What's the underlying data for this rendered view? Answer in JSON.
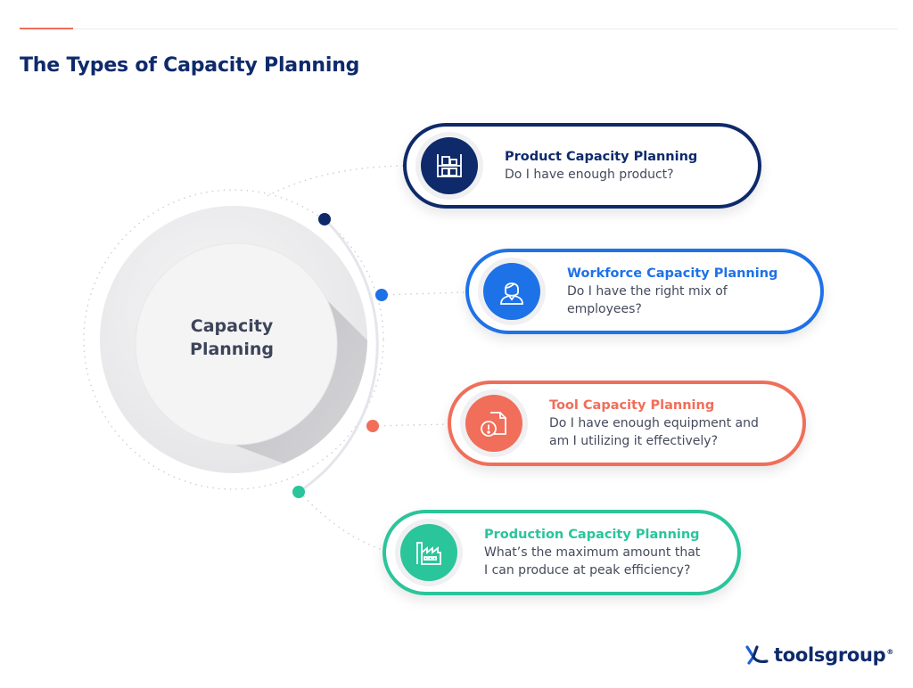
{
  "page": {
    "title": "The Types of Capacity Planning"
  },
  "center": {
    "line1": "Capacity",
    "line2": "Planning"
  },
  "colors": {
    "navy": "#0e2a6b",
    "blue": "#1e72e8",
    "coral": "#f06e5a",
    "green": "#2ac59b"
  },
  "items": [
    {
      "title": "Product Capacity Planning",
      "desc1": "Do I have enough product?",
      "desc2": "",
      "icon": "warehouse-shelf-icon",
      "color": "#0e2a6b"
    },
    {
      "title": "Workforce Capacity Planning",
      "desc1": "Do I have the right mix of",
      "desc2": "employees?",
      "icon": "person-icon",
      "color": "#1e72e8"
    },
    {
      "title": "Tool Capacity Planning",
      "desc1": "Do I have enough equipment and",
      "desc2": "am I utilizing it effectively?",
      "icon": "alert-document-icon",
      "color": "#f06e5a"
    },
    {
      "title": "Production Capacity Planning",
      "desc1": "What’s the maximum amount that",
      "desc2": "I can produce at peak efficiency?",
      "icon": "factory-icon",
      "color": "#2ac59b"
    }
  ],
  "brand": {
    "name": "toolsgroup",
    "mark": "®"
  }
}
